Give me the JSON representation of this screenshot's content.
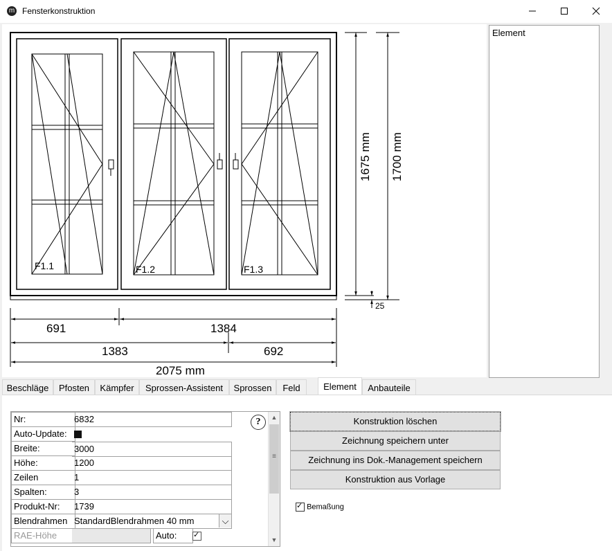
{
  "window": {
    "title": "Fensterkonstruktion",
    "icon": "app-logo-icon",
    "minimize": "–",
    "maximize": "☐",
    "close": "✕"
  },
  "drawing": {
    "sashes": [
      "F1.1",
      "F1.2",
      "F1.3"
    ],
    "vertical_dims": [
      "1675 mm",
      "1700 mm"
    ],
    "small_dim": "25",
    "h_dims_row1": [
      "691",
      "1384"
    ],
    "h_dims_row2": [
      "1383",
      "692"
    ],
    "total_width": "2075 mm"
  },
  "element_panel": {
    "title": "Element"
  },
  "tabs": [
    {
      "label": "Beschläge",
      "active": false
    },
    {
      "label": "Pfosten",
      "active": false
    },
    {
      "label": "Kämpfer",
      "active": false
    },
    {
      "label": "Sprossen-Assistent",
      "active": false
    },
    {
      "label": "Sprossen",
      "active": false
    },
    {
      "label": "Feld",
      "active": false
    },
    {
      "label": "Element",
      "active": true
    },
    {
      "label": "Anbauteile",
      "active": false
    }
  ],
  "properties": [
    {
      "label": "Nr:",
      "value": "6832"
    },
    {
      "label": "Auto-Update:",
      "value": ""
    },
    {
      "label": "Breite:",
      "value": "3000"
    },
    {
      "label": "Höhe:",
      "value": "1200"
    },
    {
      "label": "Zeilen",
      "value": "1"
    },
    {
      "label": "Spalten:",
      "value": "3"
    },
    {
      "label": "Produkt-Nr:",
      "value": "1739"
    },
    {
      "label": "Blendrahmen",
      "value": "StandardBlendrahmen 40 mm"
    },
    {
      "label": "RAE-Höhe",
      "value": "",
      "auto_label": "Auto:"
    }
  ],
  "help_label": "?",
  "actions": [
    "Konstruktion löschen",
    "Zeichnung speichern unter",
    "Zeichnung ins Dok.-Management speichern",
    "Konstruktion aus Vorlage"
  ],
  "bemassung": {
    "label": "Bemaßung",
    "checked": true
  }
}
